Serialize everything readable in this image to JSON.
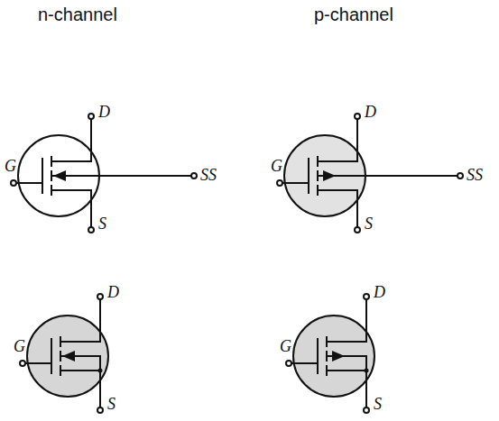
{
  "diagram": {
    "labels": [
      "n-channel",
      "p-channel",
      "D",
      "G",
      "SS",
      "S",
      "D",
      "G",
      "SS",
      "S",
      "D",
      "G",
      "S",
      "D",
      "G",
      "S"
    ]
  }
}
